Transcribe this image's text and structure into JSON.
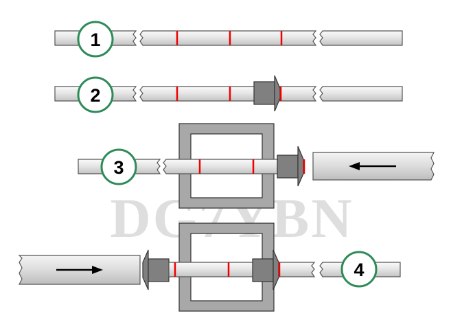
{
  "diagram": {
    "watermark_text": "DG7YBN",
    "steps": [
      {
        "label": "1"
      },
      {
        "label": "2"
      },
      {
        "label": "3"
      },
      {
        "label": "4"
      }
    ]
  },
  "colors": {
    "background": "#ffffff",
    "rod_fill_top": "#f7f7f7",
    "rod_fill_bottom": "#cfcfcf",
    "rod_stroke": "#555555",
    "marker": "#ee0000",
    "fitting": "#808080",
    "fitting_stroke": "#333333",
    "step_circle_stroke": "#2e8b57",
    "arrow": "#000000"
  },
  "icons": {
    "direction_left": "left-arrow-icon",
    "direction_right": "right-arrow-icon"
  }
}
